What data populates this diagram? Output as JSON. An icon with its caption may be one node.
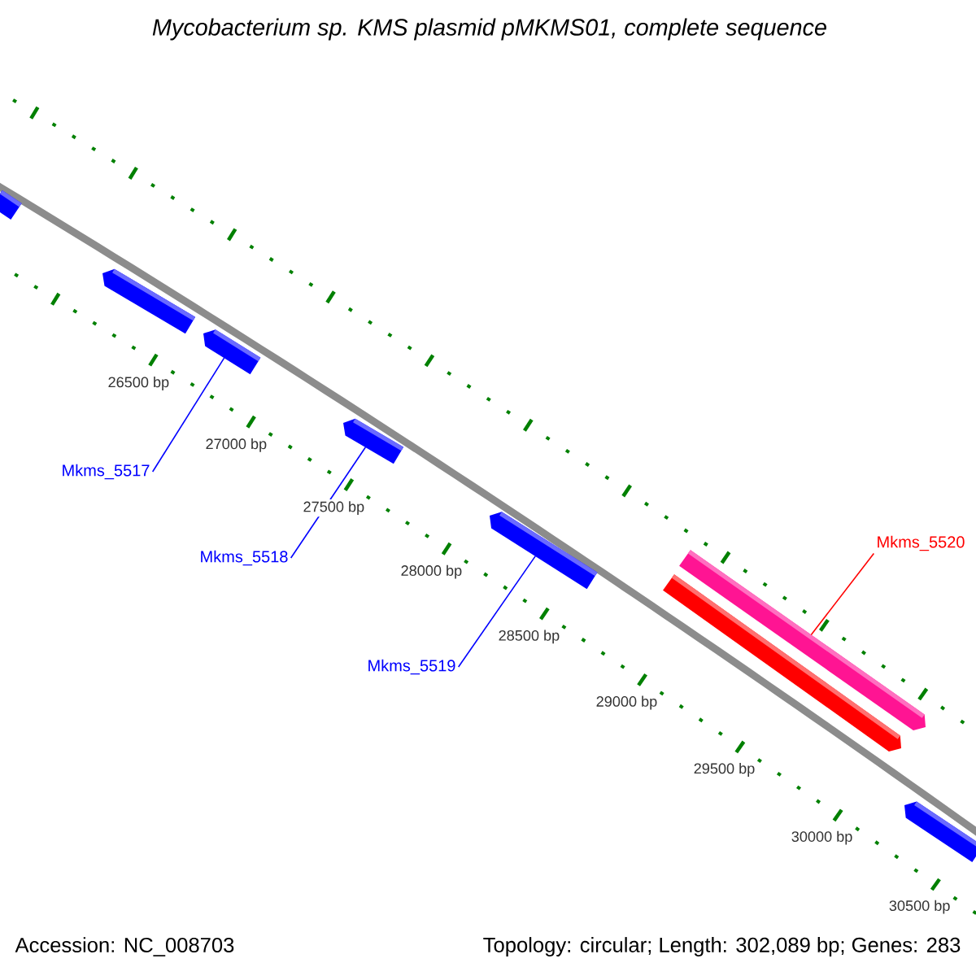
{
  "diagram": {
    "title": "Mycobacterium sp. KMS plasmid pMKMS01, complete sequence",
    "nodes": [
      {
        "text": [],
        "shape": "bar"
      },
      {
        "text": [],
        "shape": "bar"
      },
      {
        "text": [],
        "shape": "bar"
      },
      {
        "text": [],
        "shape": "bar"
      },
      {
        "text": [],
        "shape": "bar"
      },
      {
        "text": [],
        "shape": "bar"
      },
      {
        "text": [],
        "shape": "bar"
      },
      {
        "text": [],
        "shape": "bar"
      },
      {
        "text": [
          "Mkms_5517"
        ]
      },
      {
        "text": [
          "Mkms_5518"
        ]
      },
      {
        "text": [
          "Mkms_5519"
        ]
      },
      {
        "text": [
          "Mkms_5520"
        ]
      }
    ],
    "edges": [
      {
        "from": 8,
        "to": 2,
        "arrow": "none"
      },
      {
        "from": 9,
        "to": 3,
        "arrow": "none"
      },
      {
        "from": 10,
        "to": 4,
        "arrow": "none"
      },
      {
        "from": 11,
        "to": 6,
        "arrow": "none",
        "color": "#ff0000"
      }
    ],
    "labels": [
      "26500 bp",
      "27000 bp",
      "27500 bp",
      "28000 bp",
      "28500 bp",
      "29000 bp",
      "29500 bp",
      "30000 bp",
      "30500 bp",
      "Accession: NC_008703",
      "Topology: circular; Length: 302,089 bp; Genes: 283"
    ]
  }
}
